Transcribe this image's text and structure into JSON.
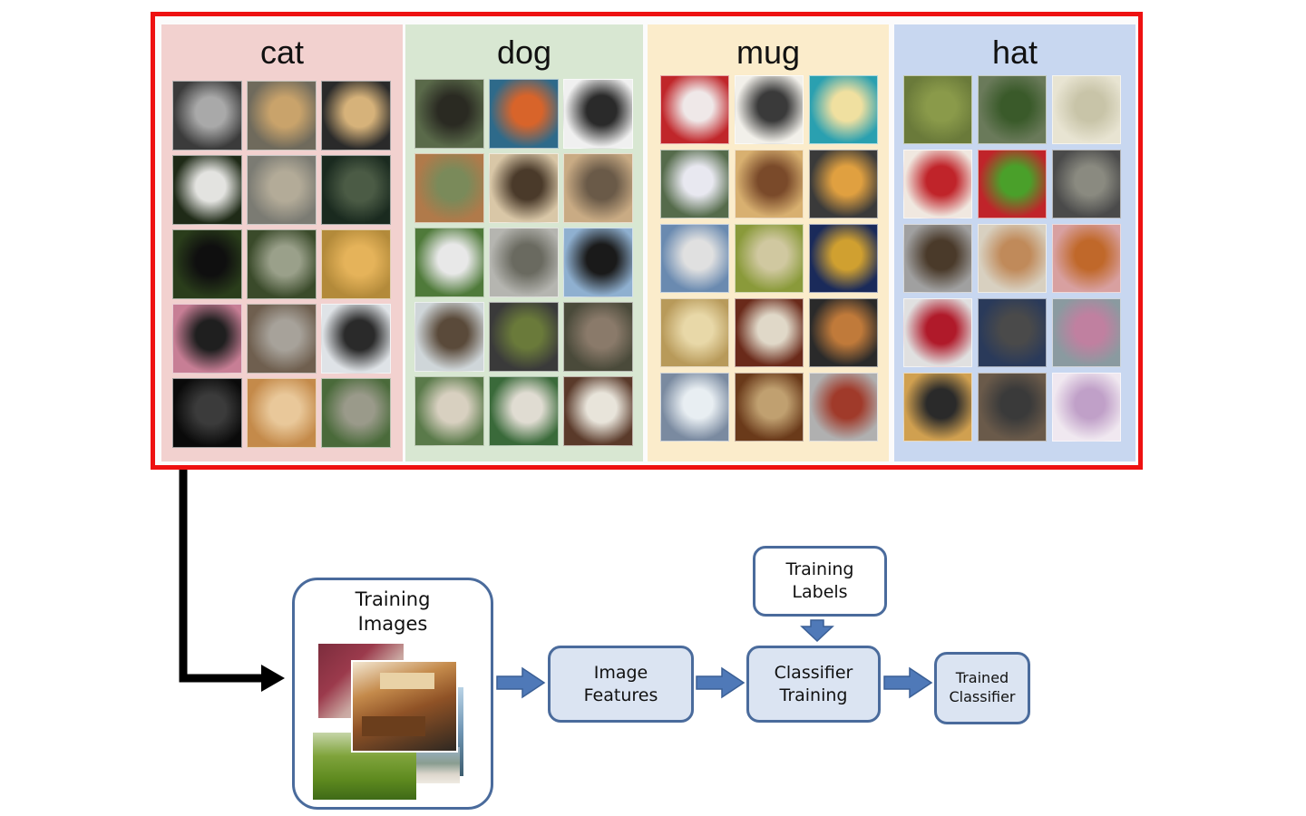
{
  "categories": [
    {
      "key": "cat",
      "label": "cat",
      "bg": "#f2d1cf"
    },
    {
      "key": "dog",
      "label": "dog",
      "bg": "#d8e7d2"
    },
    {
      "key": "mug",
      "label": "mug",
      "bg": "#fbeccb"
    },
    {
      "key": "hat",
      "label": "hat",
      "bg": "#c8d7f0"
    }
  ],
  "accent": {
    "frame": "#ee1111",
    "box_border": "#4a6b9c",
    "box_fill": "#dbe4f2",
    "arrow_fill": "#4f79b8"
  },
  "pipeline": {
    "training_images": "Training\nImages",
    "image_features": "Image\nFeatures",
    "training_labels": "Training\nLabels",
    "classifier_training": "Classifier\nTraining",
    "trained_classifier": "Trained\nClassifier"
  }
}
